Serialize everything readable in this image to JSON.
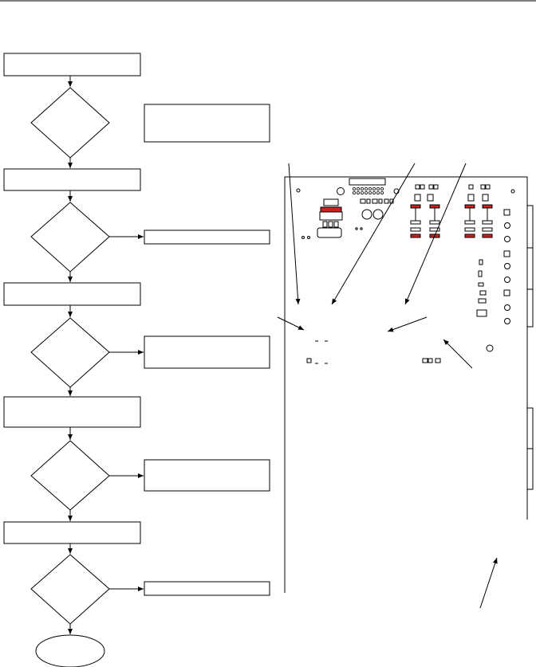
{
  "flowchart": {
    "process_boxes": [
      {
        "id": "step-1",
        "label": ""
      },
      {
        "id": "step-2",
        "label": ""
      },
      {
        "id": "step-3",
        "label": ""
      },
      {
        "id": "step-4",
        "label": ""
      },
      {
        "id": "step-5",
        "label": ""
      }
    ],
    "decisions": [
      {
        "id": "decision-1",
        "label": ""
      },
      {
        "id": "decision-2",
        "label": ""
      },
      {
        "id": "decision-3",
        "label": ""
      },
      {
        "id": "decision-4",
        "label": ""
      },
      {
        "id": "decision-5",
        "label": ""
      }
    ],
    "side_notes": [
      {
        "id": "note-1",
        "label": ""
      },
      {
        "id": "note-2",
        "label": ""
      },
      {
        "id": "note-3",
        "label": ""
      },
      {
        "id": "note-4",
        "label": ""
      },
      {
        "id": "note-5",
        "label": ""
      }
    ],
    "terminal": {
      "id": "end",
      "label": ""
    }
  },
  "board": {
    "callouts": 8,
    "label": ""
  },
  "colors": {
    "line": "#000000",
    "background": "#ffffff",
    "accent_red": "#cc2222"
  }
}
